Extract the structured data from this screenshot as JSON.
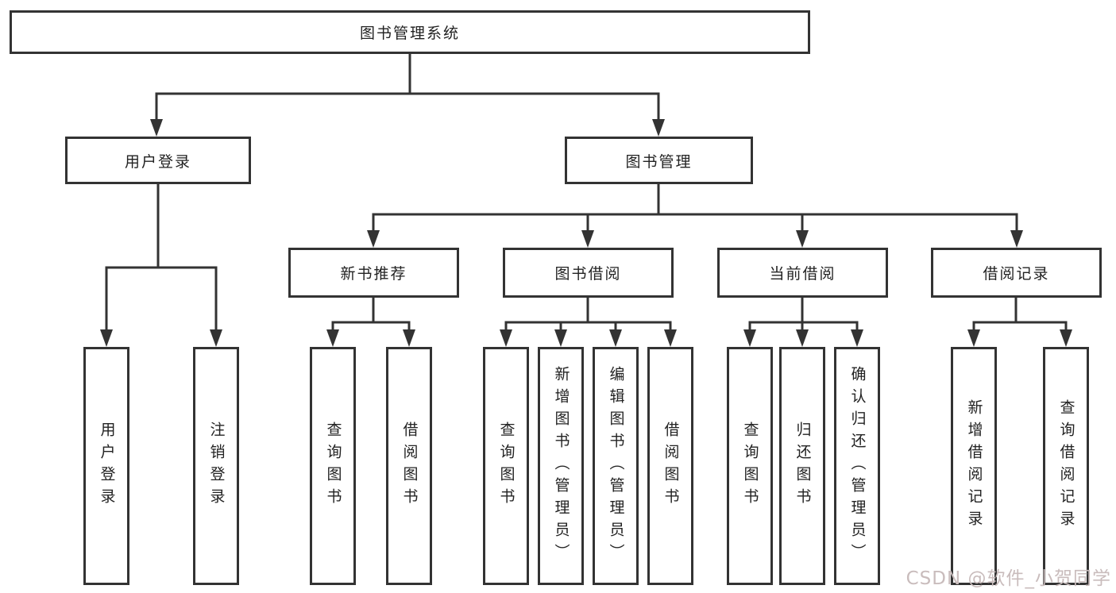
{
  "diagram": {
    "root": "图书管理系统",
    "branches": [
      {
        "label": "用户登录",
        "children": [
          "用户登录",
          "注销登录"
        ]
      },
      {
        "label": "图书管理",
        "children": [
          {
            "label": "新书推荐",
            "children": [
              "查询图书",
              "借阅图书"
            ]
          },
          {
            "label": "图书借阅",
            "children": [
              "查询图书",
              "新增图书（管理员）",
              "编辑图书（管理员）",
              "借阅图书"
            ]
          },
          {
            "label": "当前借阅",
            "children": [
              "查询图书",
              "归还图书",
              "确认归还（管理员）"
            ]
          },
          {
            "label": "借阅记录",
            "children": [
              "新增借阅记录",
              "查询借阅记录"
            ]
          }
        ]
      }
    ]
  },
  "watermark": {
    "text": "CSDN @软件_小贺同学"
  },
  "colors": {
    "line": "#333333",
    "box_border": "#333333",
    "box_fill": "#ffffff",
    "text": "#222222",
    "watermark": "#c9bcbc",
    "background": "#ffffff"
  }
}
